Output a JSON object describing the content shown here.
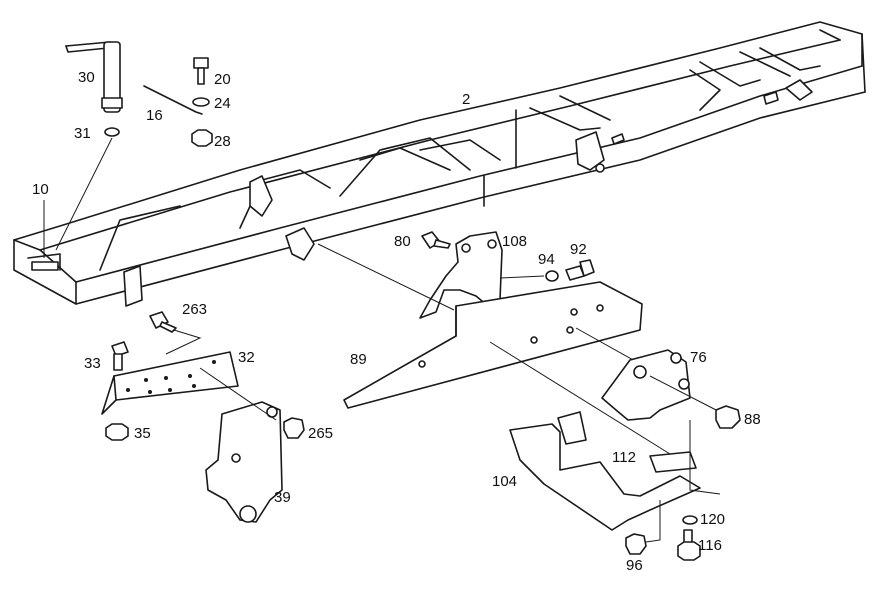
{
  "diagram": {
    "callouts": [
      {
        "id": "c2",
        "text": "2"
      },
      {
        "id": "c10",
        "text": "10"
      },
      {
        "id": "c16",
        "text": "16"
      },
      {
        "id": "c20",
        "text": "20"
      },
      {
        "id": "c24",
        "text": "24"
      },
      {
        "id": "c28",
        "text": "28"
      },
      {
        "id": "c30",
        "text": "30"
      },
      {
        "id": "c31",
        "text": "31"
      },
      {
        "id": "c32",
        "text": "32"
      },
      {
        "id": "c33",
        "text": "33"
      },
      {
        "id": "c35",
        "text": "35"
      },
      {
        "id": "c39",
        "text": "39"
      },
      {
        "id": "c76",
        "text": "76"
      },
      {
        "id": "c80",
        "text": "80"
      },
      {
        "id": "c88",
        "text": "88"
      },
      {
        "id": "c89",
        "text": "89"
      },
      {
        "id": "c92",
        "text": "92"
      },
      {
        "id": "c94",
        "text": "94"
      },
      {
        "id": "c96",
        "text": "96"
      },
      {
        "id": "c104",
        "text": "104"
      },
      {
        "id": "c108",
        "text": "108"
      },
      {
        "id": "c112",
        "text": "112"
      },
      {
        "id": "c116",
        "text": "116"
      },
      {
        "id": "c120",
        "text": "120"
      },
      {
        "id": "c263",
        "text": "263"
      },
      {
        "id": "c265",
        "text": "265"
      }
    ]
  }
}
